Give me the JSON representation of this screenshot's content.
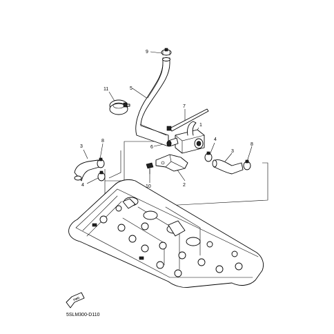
{
  "diagram": {
    "callouts": [
      "1",
      "2",
      "3",
      "3",
      "4",
      "4",
      "5",
      "6",
      "7",
      "8",
      "8",
      "9",
      "10",
      "11"
    ],
    "diagram_code": "5SLM300-D110",
    "forward_label": "FWD"
  }
}
